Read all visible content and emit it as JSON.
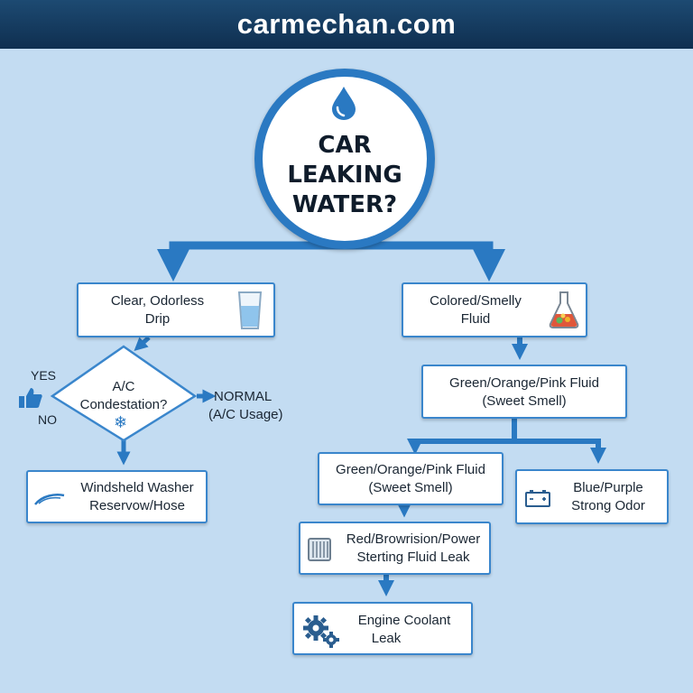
{
  "header": {
    "site": "carmechan.com"
  },
  "start": {
    "title": "CAR LEAKING WATER?",
    "icon": "water-drop-icon"
  },
  "left": {
    "clear_box": {
      "line1": "Clear, Odorless",
      "line2": "Drip",
      "icon": "water-glass-icon"
    },
    "decision": {
      "line1": "A/C",
      "line2": "Condestation?",
      "icon": "snowflake-icon",
      "snowflake": "❄"
    },
    "yes_label": "YES",
    "no_label": "NO",
    "normal_label": {
      "line1": "NORMAL",
      "line2": "(A/C Usage)"
    },
    "washer_box": {
      "line1": "Windsheld Washer",
      "line2": "Reservow/Hose",
      "icon": "wiper-icon"
    }
  },
  "right": {
    "colored_box": {
      "line1": "Colored/Smelly",
      "line2": "Fluid",
      "icon": "flask-icon"
    },
    "green_box_1": {
      "line1": "Green/Orange/Pink Fluid",
      "line2": "(Sweet Smell)"
    },
    "green_box_2": {
      "line1": "Green/Orange/Pink Fluid",
      "line2": "(Sweet Smell)"
    },
    "blue_box": {
      "line1": "Blue/Purple",
      "line2": "Strong Odor",
      "icon": "battery-icon"
    },
    "red_box": {
      "line1": "Red/Browrision/Power",
      "line2": "Sterting Fluid Leak",
      "icon": "radiator-icon"
    },
    "coolant_box": {
      "line1": "Engine Coolant",
      "line2": "Leak",
      "icon": "gears-icon"
    }
  },
  "colors": {
    "accent": "#2a79c2",
    "background": "#c3dcf2",
    "header": "#14385c"
  }
}
